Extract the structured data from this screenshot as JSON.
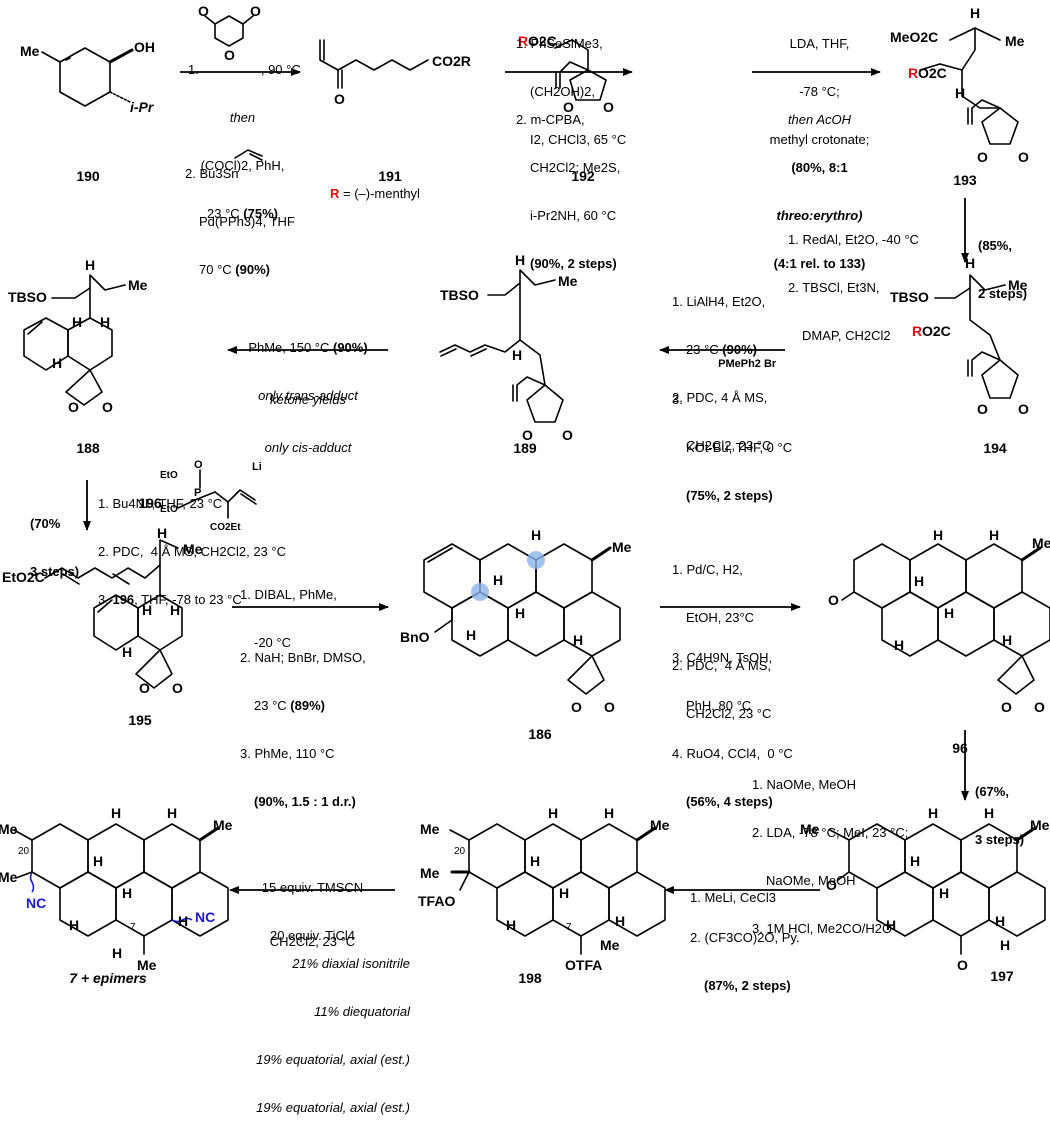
{
  "compounds": {
    "c190": "190",
    "c191": "191",
    "c191_note_r": "R",
    "c191_note_rest": " = (–)-menthyl",
    "c192": "192",
    "c193": "193",
    "c194": "194",
    "c189": "189",
    "c188": "188",
    "c195": "195",
    "c196": "196",
    "c186": "186",
    "c96": "96",
    "c197": "197",
    "c198": "198",
    "c7": "7 + epimers"
  },
  "atoms": {
    "me": "Me",
    "oh": "OH",
    "ipr": "i-Pr",
    "o": "O",
    "h": "H",
    "co2r": "CO2R",
    "r": "R",
    "o2c": "O2C",
    "meo2c": "MeO2C",
    "tbso": "TBSO",
    "eto2c": "EtO2C",
    "bno": "BnO",
    "nc": "NC",
    "tfao": "TFAO",
    "otfa": "OTFA",
    "n20": "20",
    "n7": "7",
    "eto": "EtO",
    "p": "P",
    "li": "Li",
    "co2et": "CO2Et",
    "bu3sn": "Bu3Sn",
    "pmeph2br": "PMePh2 Br"
  },
  "conditions": {
    "s1": {
      "l1_num": "1.",
      "l1_rest": ", 90 °C",
      "l2": "then",
      "l3": "(COCl)2, PhH,",
      "l4_a": "23 °C ",
      "l4_b": "(75%)",
      "l5_num": "2. Bu3Sn",
      "l6": "Pd(PPh3)4, THF",
      "l7_a": "70 °C ",
      "l7_b": "(90%)"
    },
    "s2": {
      "l1": "1. PhSeSiMe3,",
      "l2": "(CH2OH)2,",
      "l3": "I2, CHCl3, 65 °C",
      "l4": "2. m-CPBA,",
      "l5": "CH2Cl2; Me2S,",
      "l6": "i-Pr2NH, 60 °C",
      "l7": "(90%, 2 steps)"
    },
    "s3": {
      "l1": "LDA, THF,",
      "l2": "-78 °C;",
      "l3": "methyl crotonate;",
      "l4": "then AcOH",
      "l5": "(80%, 8:1",
      "l6": "threo:erythro)",
      "l7": "(4:1 rel. to 133)"
    },
    "s4": {
      "l1": "1. RedAl, Et2O, -40 °C",
      "l2": "2. TBSCl, Et3N,",
      "l3": "DMAP, CH2Cl2",
      "y1": "(85%,",
      "y2": "2 steps)"
    },
    "s5": {
      "l1": "1. LiAlH4, Et2O,",
      "l2_a": "23 °C ",
      "l2_b": "(90%)",
      "l3": "2. PDC, 4 Å MS,",
      "l4": "CH2Cl2, 23 °C",
      "l5": "3.",
      "l6": "KOt-Bu, THF, 0 °C",
      "l7": "(75%, 2 steps)"
    },
    "s6": {
      "l1_a": "PhMe, 150 °C ",
      "l1_b": "(90%)",
      "l2": "only trans-adduct",
      "l3": "ketone yields",
      "l4": "only cis-adduct"
    },
    "s7": {
      "y1": "(70%",
      "y2": "3 steps)",
      "l1": "1. Bu4NF, THF, 23 °C",
      "l2": "2. PDC,  4 Å MS, CH2Cl2, 23 °C",
      "l3_a": "3. ",
      "l3_b": "196",
      "l3_c": ", THF, -78 to 23 °C"
    },
    "s8": {
      "l1": "1. DIBAL, PhMe,",
      "l2": "-20 °C",
      "l3": "2. NaH; BnBr, DMSO,",
      "l4_a": "23 °C ",
      "l4_b": "(89%)",
      "l5": "3. PhMe, 110 °C",
      "l6": "(90%, 1.5 : 1 d.r.)"
    },
    "s9": {
      "l1": "1. Pd/C, H2,",
      "l2": "EtOH, 23°C",
      "l3": "2. PDC,  4 Å MS,",
      "l4": "CH2Cl2, 23 °C",
      "l5": "3. C4H9N, TsOH,",
      "l6": "PhH, 80 °C",
      "l7": "4. RuO4, CCl4,  0 °C",
      "l8": "(56%, 4 steps)"
    },
    "s10": {
      "l1": "1. NaOMe, MeOH",
      "l2": "2. LDA, -78 °C; MeI, 23 °C;",
      "l3": "NaOMe, MeOH",
      "l4": "3. 1M HCl, Me2CO/H2O",
      "y1": "(67%,",
      "y2": "3 steps)"
    },
    "s11": {
      "l1": "1. MeLi, CeCl3",
      "l2": "2. (CF3CO)2O, Py.",
      "l3": "(87%, 2 steps)"
    },
    "s12": {
      "l1": "15 equiv. TMSCN",
      "l2": "20 equiv. TiCl4",
      "l3": "CH2Cl2, 23 °C",
      "l4": "21% diaxial isonitrile",
      "l5": "11% diequatorial",
      "l6": "19% equatorial, axial (est.)",
      "l7": "19% equatorial, axial (est.)"
    }
  },
  "colors": {
    "highlight_red": "#e01010",
    "isonitrile_blue": "#1a1ad0",
    "marker_blue": "#8ab4e8"
  }
}
